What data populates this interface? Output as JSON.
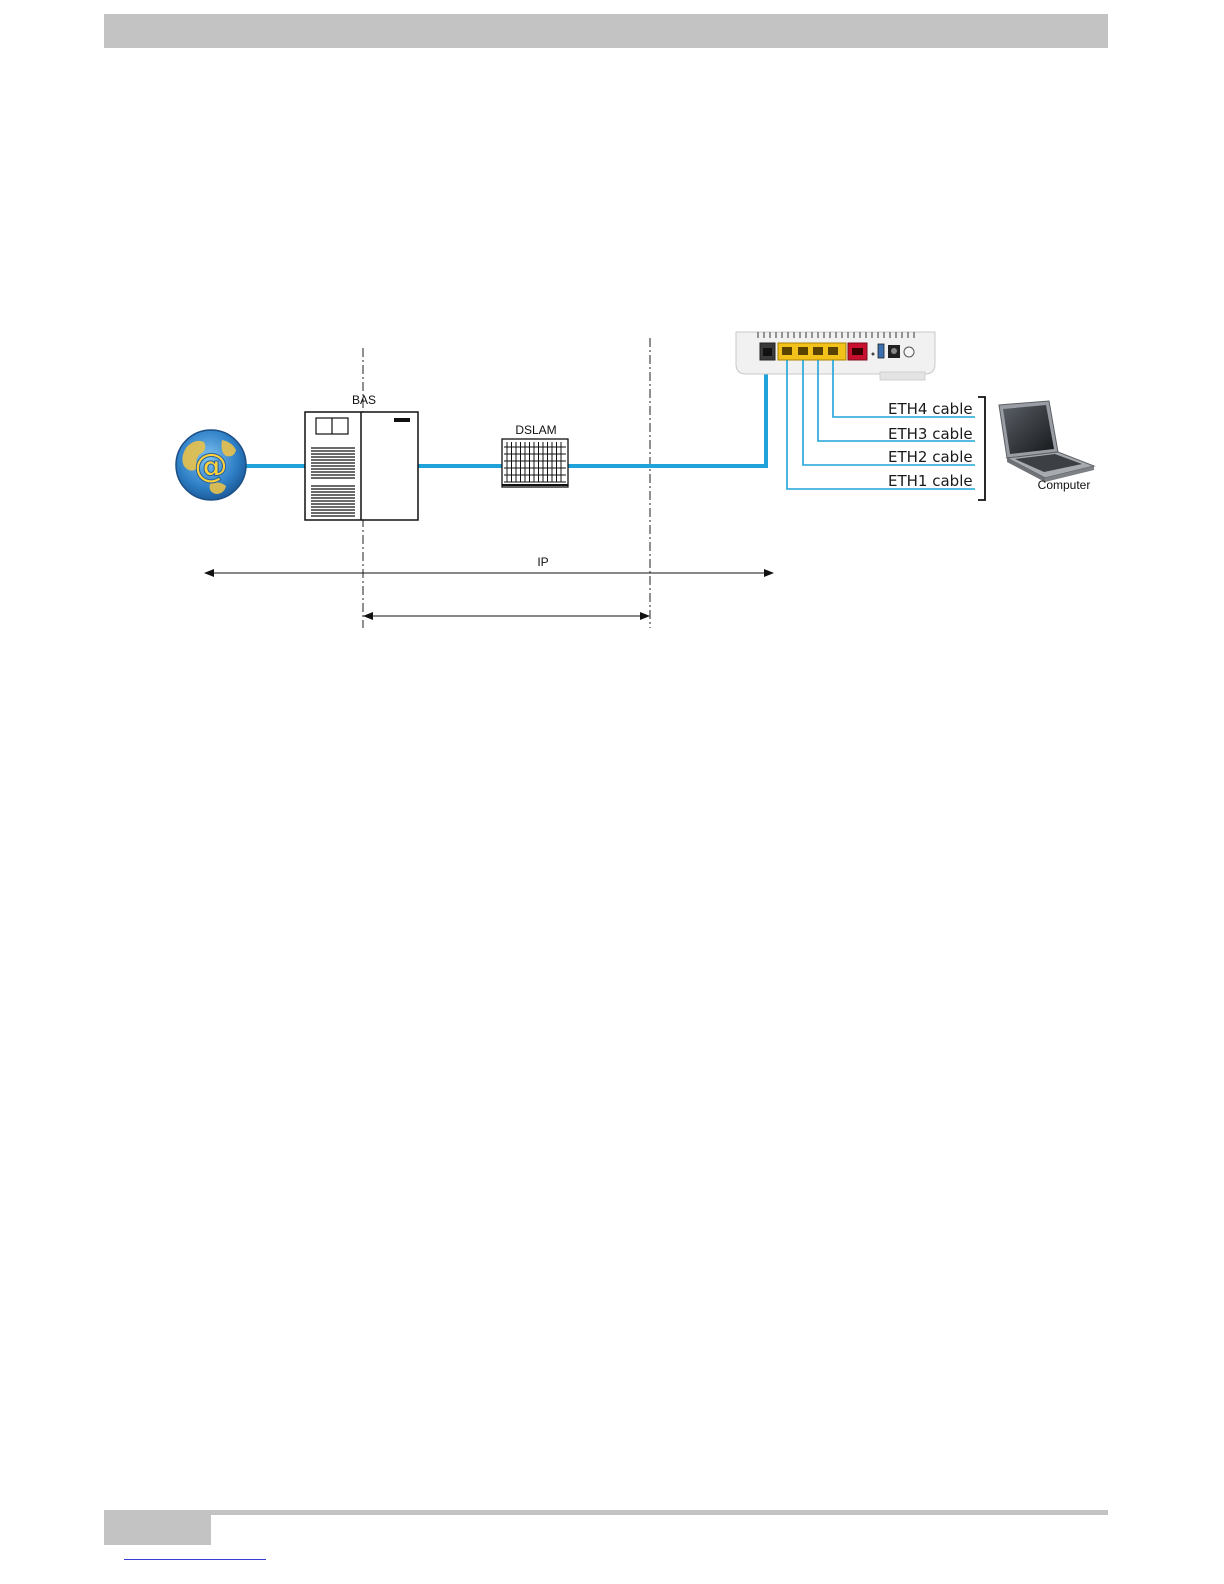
{
  "labels": {
    "bas": "BAS",
    "dslam": "DSLAM",
    "ip": "IP",
    "computer": "Computer"
  },
  "cables": [
    "ETH4 cable",
    "ETH3 cable",
    "ETH2 cable",
    "ETH1 cable"
  ],
  "colors": {
    "link": "#1fa3d9",
    "header_bar": "#c3c3c3",
    "ethernet_port": "#f2c21b",
    "wan_port": "#c8102e"
  },
  "icons": [
    "internet-globe-icon",
    "bas-server-icon",
    "dslam-rack-icon",
    "router-icon",
    "laptop-icon"
  ]
}
